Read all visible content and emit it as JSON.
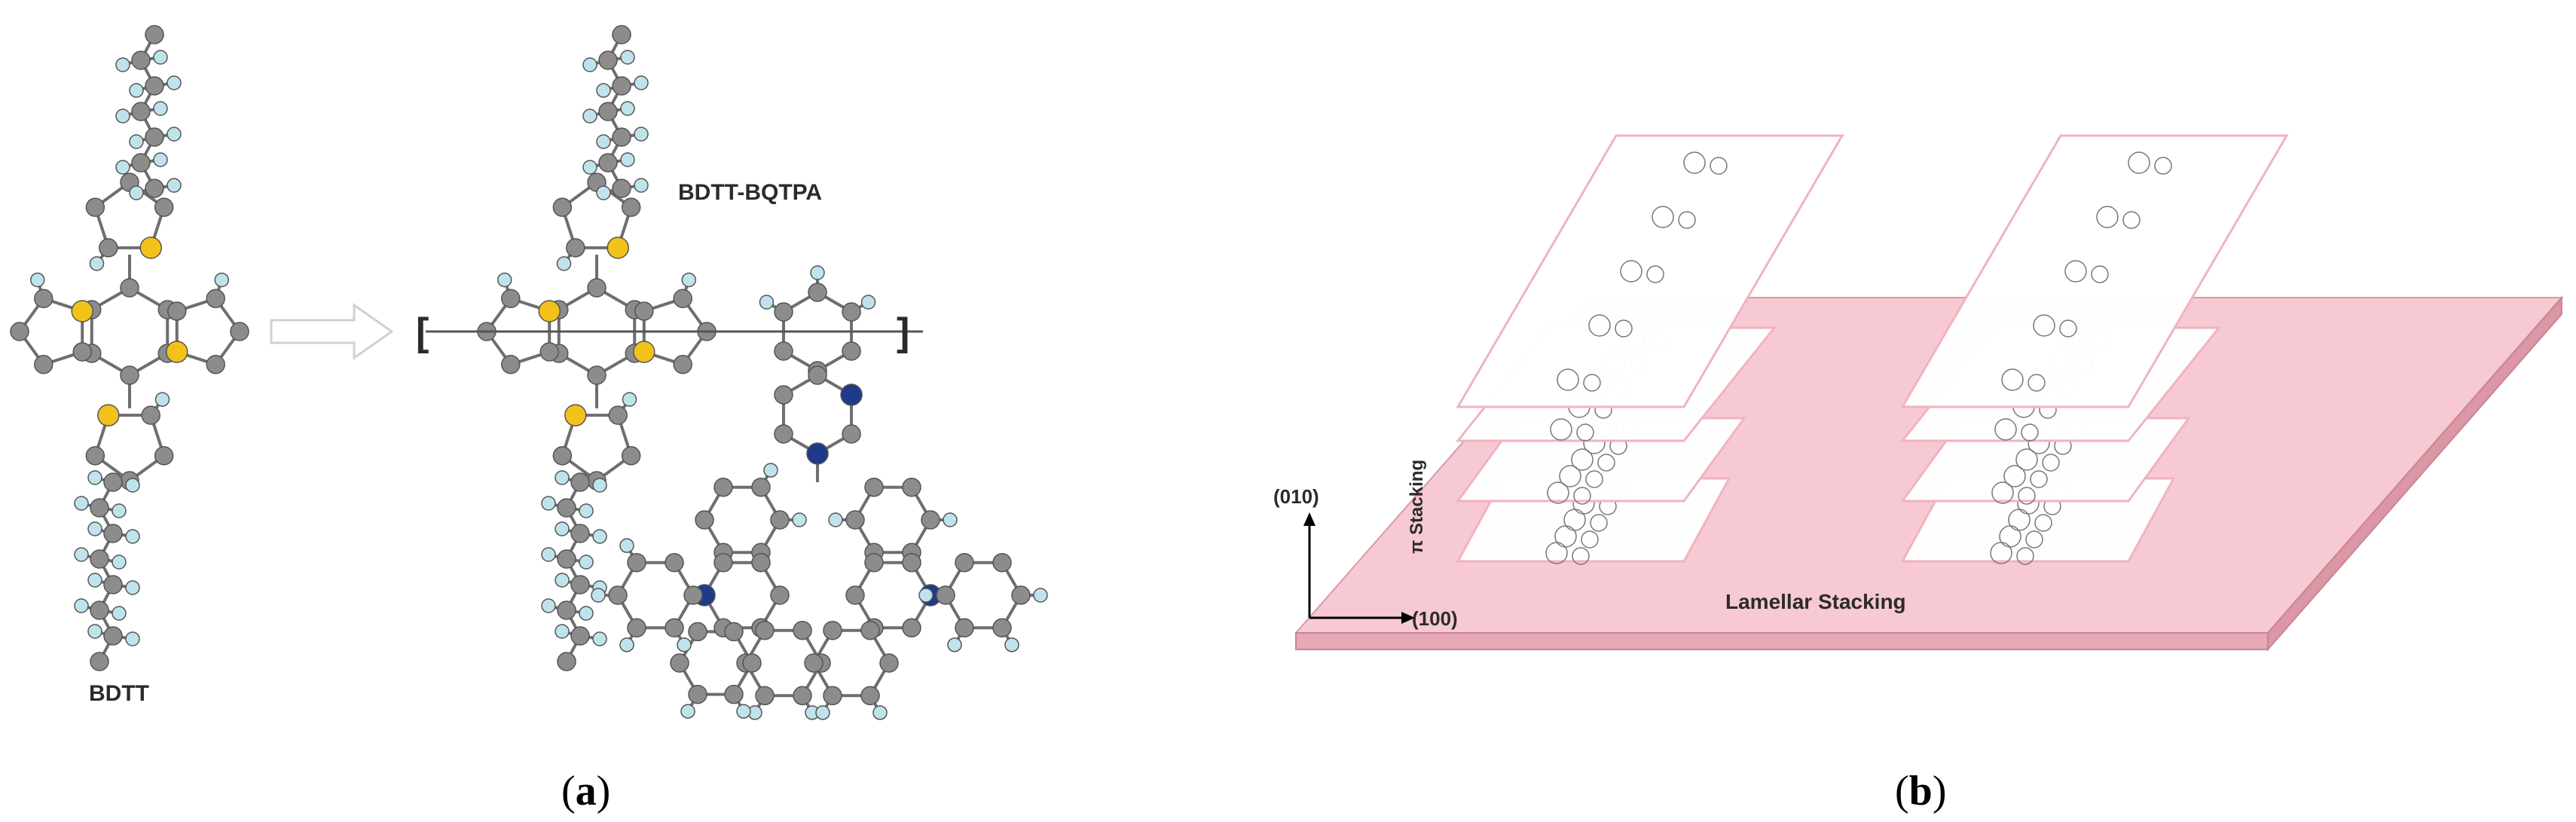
{
  "panel_a": {
    "caption_open": "(",
    "caption_letter": "a",
    "caption_close": ")",
    "monomer_label": "BDTT",
    "polymer_label": "BDTT-BQTPA",
    "bracket_left": "[",
    "bracket_right": "]"
  },
  "panel_b": {
    "caption_open": "(",
    "caption_letter": "b",
    "caption_close": ")",
    "axis_vertical": "(010)",
    "axis_horizontal": "(100)",
    "pi_label": "π Stacking",
    "lamellar_label": "Lamellar Stacking"
  },
  "colors": {
    "carbon": "#8c8c8c",
    "hydrogen": "#bfe3ec",
    "sulfur": "#f2c21a",
    "nitrogen": "#1f3a8a",
    "substrate_top": "#f7c9d2",
    "substrate_side": "#e8a9b6",
    "sheet_edge": "#f0b3c0"
  }
}
